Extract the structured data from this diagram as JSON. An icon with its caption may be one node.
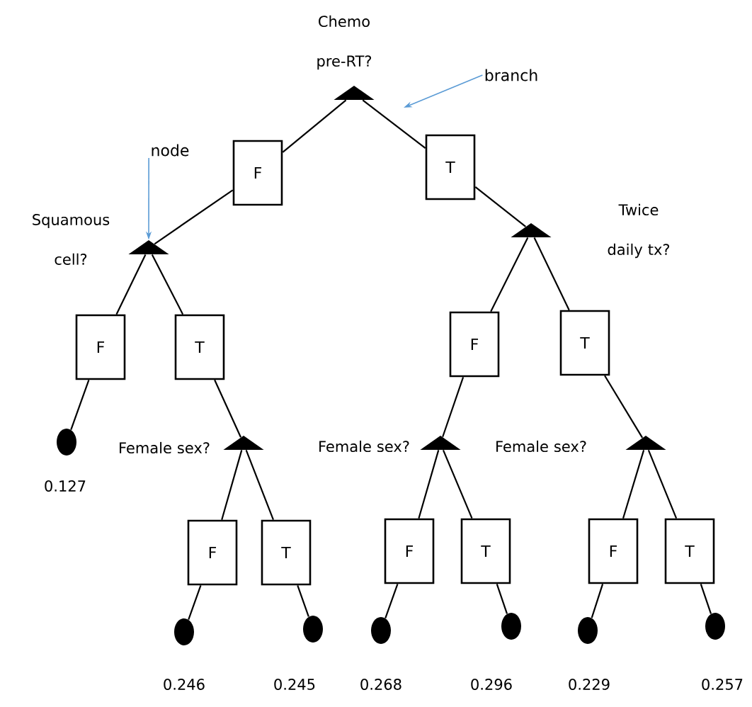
{
  "diagram": {
    "nodes": [
      {
        "text": [],
        "shape": "triangle",
        "beside": [
          "Chemo pre-RT?"
        ]
      },
      {
        "text": [
          "branch"
        ]
      },
      {
        "text": [
          "node"
        ]
      },
      {
        "text": [
          "F"
        ]
      },
      {
        "text": [
          "T"
        ]
      },
      {
        "text": [],
        "shape": "triangle",
        "beside": [
          "Squamous cell?"
        ]
      },
      {
        "text": [],
        "shape": "triangle",
        "beside": [
          "Twice daily tx?"
        ]
      },
      {
        "text": [
          "F"
        ]
      },
      {
        "text": [
          "T"
        ]
      },
      {
        "text": [
          "F"
        ]
      },
      {
        "text": [
          "T"
        ]
      },
      {
        "text": [],
        "shape": "circle",
        "beside": [
          "0.127"
        ]
      },
      {
        "text": [],
        "shape": "triangle",
        "beside": [
          "Female sex?"
        ]
      },
      {
        "text": [],
        "shape": "triangle",
        "beside": [
          "Female sex?"
        ]
      },
      {
        "text": [],
        "shape": "triangle",
        "beside": [
          "Female sex?"
        ]
      },
      {
        "text": [
          "F"
        ]
      },
      {
        "text": [
          "T"
        ]
      },
      {
        "text": [
          "F"
        ]
      },
      {
        "text": [
          "T"
        ]
      },
      {
        "text": [
          "F"
        ]
      },
      {
        "text": [
          "T"
        ]
      },
      {
        "text": [],
        "shape": "circle",
        "beside": [
          "0.246"
        ]
      },
      {
        "text": [],
        "shape": "circle",
        "beside": [
          "0.245"
        ]
      },
      {
        "text": [],
        "shape": "circle",
        "beside": [
          "0.268"
        ]
      },
      {
        "text": [],
        "shape": "circle",
        "beside": [
          "0.296"
        ]
      },
      {
        "text": [],
        "shape": "circle",
        "beside": [
          "0.229"
        ]
      },
      {
        "text": [],
        "shape": "circle",
        "beside": [
          "0.257"
        ]
      }
    ],
    "edges": [
      {
        "from": 0,
        "to": 3,
        "arrow": "none"
      },
      {
        "from": 0,
        "to": 4,
        "arrow": "none"
      },
      {
        "from": 3,
        "to": 5,
        "arrow": "none"
      },
      {
        "from": 4,
        "to": 6,
        "arrow": "none"
      },
      {
        "from": 5,
        "to": 7,
        "arrow": "none"
      },
      {
        "from": 5,
        "to": 8,
        "arrow": "none"
      },
      {
        "from": 6,
        "to": 9,
        "arrow": "none"
      },
      {
        "from": 6,
        "to": 10,
        "arrow": "none"
      },
      {
        "from": 7,
        "to": 11,
        "arrow": "none"
      },
      {
        "from": 8,
        "to": 12,
        "arrow": "none"
      },
      {
        "from": 9,
        "to": 13,
        "arrow": "none"
      },
      {
        "from": 10,
        "to": 14,
        "arrow": "none"
      },
      {
        "from": 12,
        "to": 15,
        "arrow": "none"
      },
      {
        "from": 12,
        "to": 16,
        "arrow": "none"
      },
      {
        "from": 13,
        "to": 17,
        "arrow": "none"
      },
      {
        "from": 13,
        "to": 18,
        "arrow": "none"
      },
      {
        "from": 14,
        "to": 19,
        "arrow": "none"
      },
      {
        "from": 14,
        "to": 20,
        "arrow": "none"
      },
      {
        "from": 15,
        "to": 21,
        "arrow": "none"
      },
      {
        "from": 16,
        "to": 22,
        "arrow": "none"
      },
      {
        "from": 17,
        "to": 23,
        "arrow": "none"
      },
      {
        "from": 18,
        "to": 24,
        "arrow": "none"
      },
      {
        "from": 19,
        "to": 25,
        "arrow": "none"
      },
      {
        "from": 20,
        "to": 26,
        "arrow": "none"
      },
      {
        "from": 1,
        "to": null,
        "arrow": "to",
        "color": "#5b9bd5"
      },
      {
        "from": 2,
        "to": 5,
        "arrow": "to",
        "color": "#5b9bd5"
      }
    ]
  }
}
